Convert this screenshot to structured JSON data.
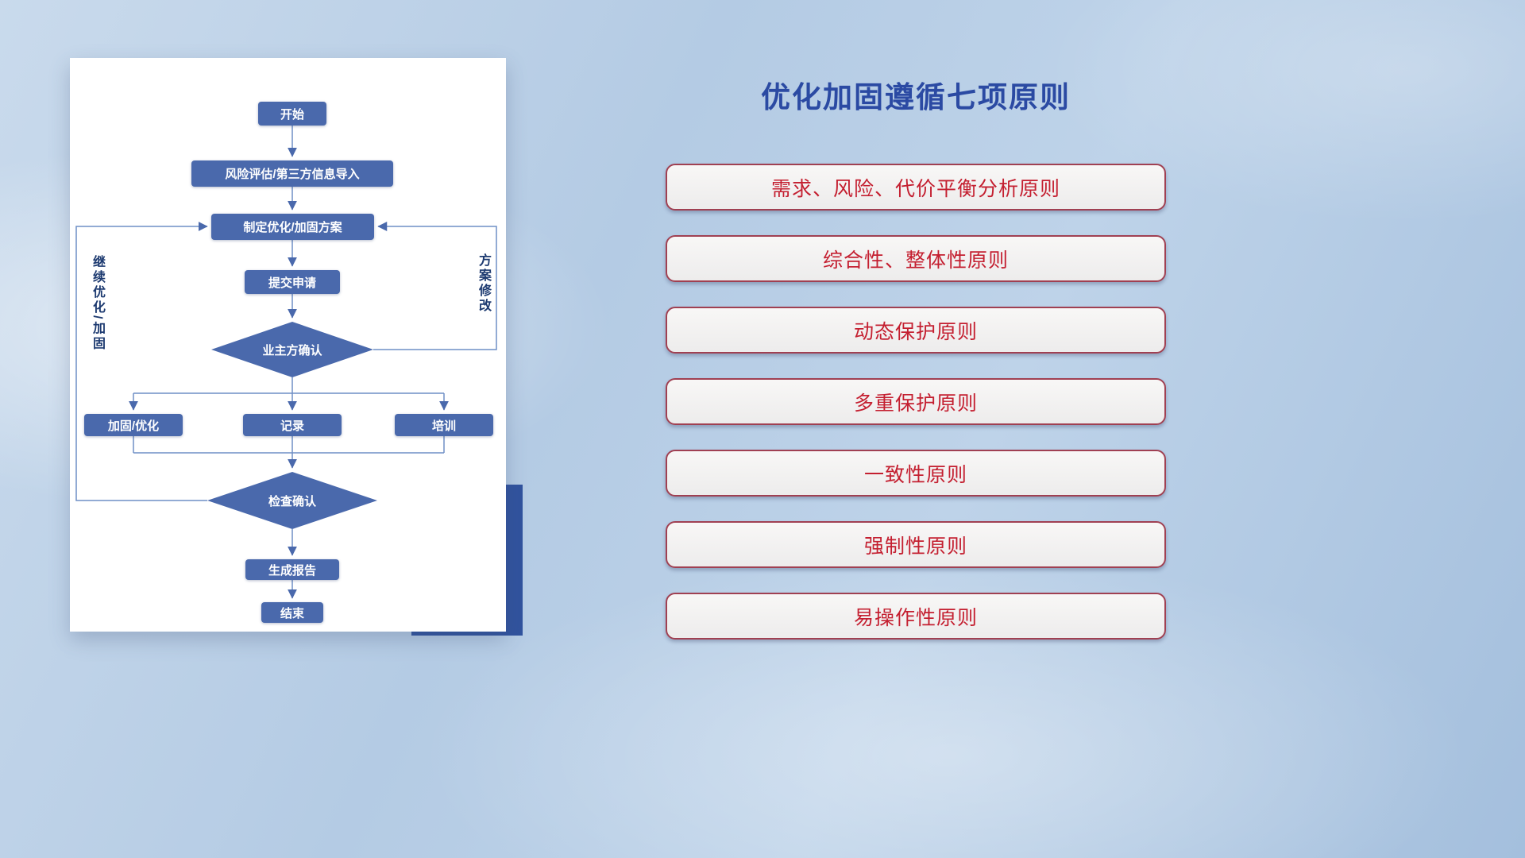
{
  "title": "优化加固遵循七项原则",
  "flowchart": {
    "nodes": {
      "start": "开始",
      "risk_import": "风险评估/第三方信息导入",
      "make_plan": "制定优化/加固方案",
      "submit": "提交申请",
      "owner_confirm": "业主方确认",
      "harden": "加固/优化",
      "record": "记录",
      "training": "培训",
      "check_confirm": "检查确认",
      "report": "生成报告",
      "end": "结束"
    },
    "loop_labels": {
      "left": "继续优化/加固",
      "right": "方案修改"
    }
  },
  "principles": [
    "需求、风险、代价平衡分析原则",
    "综合性、整体性原则",
    "动态保护原则",
    "多重保护原则",
    "一致性原则",
    "强制性原则",
    "易操作性原则"
  ],
  "colors": {
    "node_fill": "#4a69ac",
    "line_color": "#6f8fc5",
    "title_blue": "#2b4aa3",
    "principle_text": "#c41f30",
    "principle_border": "#a04052",
    "accent_rect": "#31539e",
    "label_blue": "#1d3a70"
  }
}
